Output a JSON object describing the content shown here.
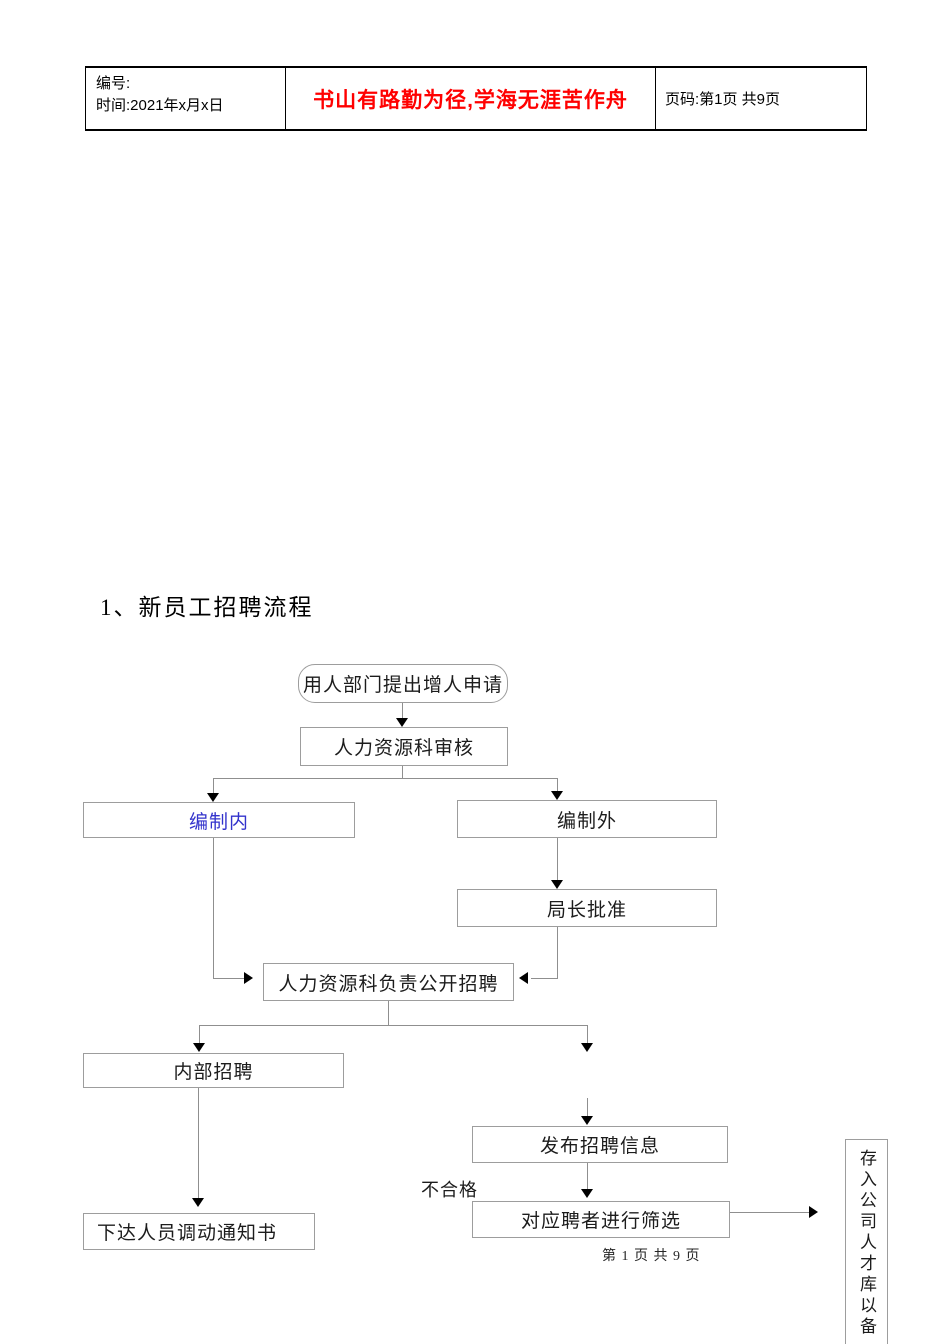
{
  "header": {
    "left": {
      "line1": "编号:",
      "line2": "时间:2021年x月x日"
    },
    "slogan": {
      "text": "书山有路勤为径,学海无涯苦作舟",
      "color": "#ff0000"
    },
    "page_info": "页码:第1页 共9页"
  },
  "title": "1、新员工招聘流程",
  "flowchart": {
    "nodes": [
      {
        "id": "apply",
        "label": "用人部门提出增人申请",
        "shape": "rounded"
      },
      {
        "id": "hr-review",
        "label": "人力资源科审核",
        "shape": "rect"
      },
      {
        "id": "inside",
        "label": "编制内",
        "shape": "rect",
        "text_color": "#3333cc"
      },
      {
        "id": "outside",
        "label": "编制外",
        "shape": "rect"
      },
      {
        "id": "director",
        "label": "局长批准",
        "shape": "rect"
      },
      {
        "id": "public",
        "label": "人力资源科负责公开招聘",
        "shape": "rect"
      },
      {
        "id": "internal",
        "label": "内部招聘",
        "shape": "rect"
      },
      {
        "id": "publish",
        "label": "发布招聘信息",
        "shape": "rect"
      },
      {
        "id": "screen",
        "label": "对应聘者进行筛选",
        "shape": "rect"
      },
      {
        "id": "notice",
        "label": "下达人员调动通知书",
        "shape": "rect"
      },
      {
        "id": "talent-pool",
        "label": "存入公司人才库以备",
        "shape": "rect",
        "orientation": "vertical"
      }
    ],
    "edge_label": "不合格",
    "colors": {
      "box_border": "#9d9d9d",
      "line": "#8f8f8f",
      "arrowhead": "#000000"
    }
  },
  "footer": "第 1 页 共 9 页"
}
